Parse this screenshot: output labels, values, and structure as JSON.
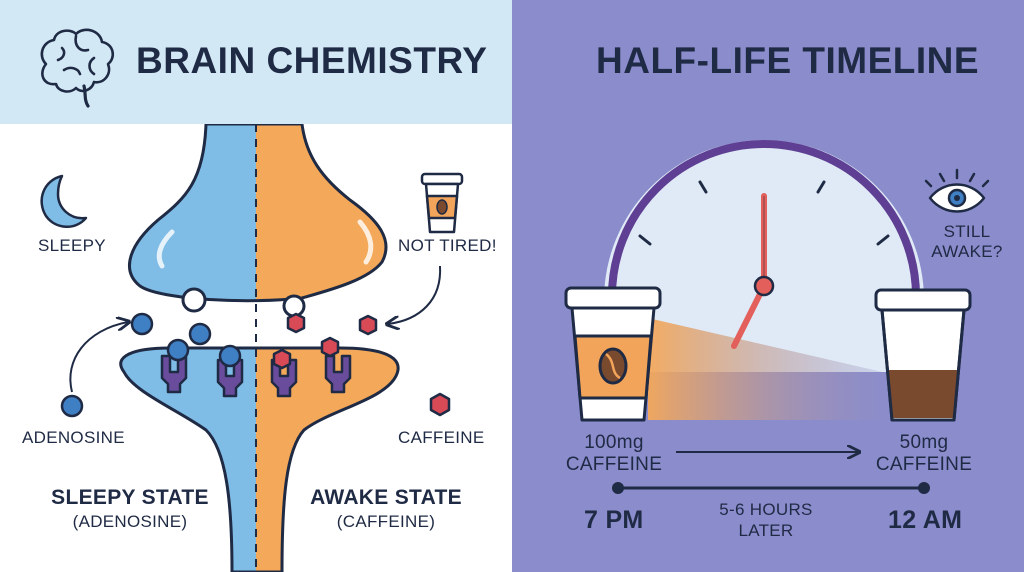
{
  "left": {
    "title": "BRAIN CHEMISTRY",
    "sleepy_label": "SLEEPY",
    "not_tired_label": "NOT TIRED!",
    "adenosine_label": "ADENOSINE",
    "caffeine_label": "CAFFEINE",
    "sleepy_state": {
      "title": "SLEEPY STATE",
      "subtitle": "(ADENOSINE)"
    },
    "awake_state": {
      "title": "AWAKE STATE",
      "subtitle": "(CAFFEINE)"
    }
  },
  "right": {
    "title": "HALF-LIFE TIMELINE",
    "still_awake": [
      "STILL",
      "AWAKE?"
    ],
    "start_amount": [
      "100mg",
      "CAFFEINE"
    ],
    "end_amount": [
      "50mg",
      "CAFFEINE"
    ],
    "start_time": "7 PM",
    "end_time": "12 AM",
    "duration": [
      "5-6 HOURS",
      "LATER"
    ],
    "start_level": 1.0,
    "end_level": 0.5
  },
  "colors": {
    "blue": "#7fbce6",
    "orange": "#f4a85a",
    "navy": "#1f2a44",
    "purple_bg": "#8a8ccc",
    "header_blue": "#d3e8f5",
    "adenosine_dot": "#3f7fc4",
    "caffeine_hex": "#d74a56",
    "receptor": "#6a4c9c",
    "coffee": "#7a4a2e",
    "cup_sleeve": "#f2a45a"
  },
  "icons": [
    "brain-icon",
    "moon-icon",
    "coffee-cup-icon",
    "eye-icon",
    "clock-icon"
  ]
}
